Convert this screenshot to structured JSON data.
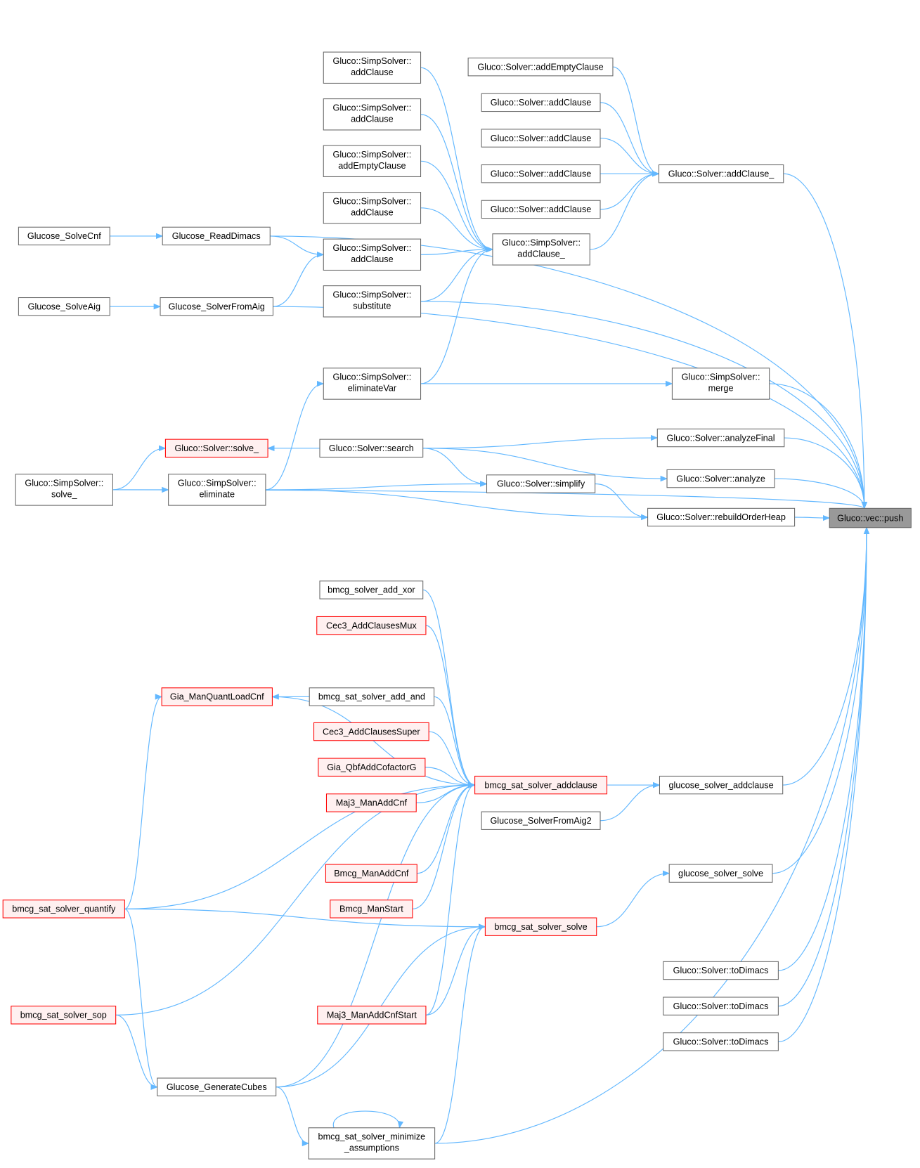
{
  "colors": {
    "edge": "#63b8ff",
    "red_border": "#ff0000",
    "red_fill": "#fff0f0",
    "target_fill": "#999999"
  },
  "nodes": [
    {
      "id": 1,
      "lines": [
        "Gluco::vec::push"
      ],
      "style": "target"
    },
    {
      "id": 2,
      "lines": [
        "Gluco::Solver::addEmptyClause"
      ]
    },
    {
      "id": 3,
      "lines": [
        "Gluco::Solver::addClause"
      ]
    },
    {
      "id": 4,
      "lines": [
        "Gluco::Solver::addClause"
      ]
    },
    {
      "id": 5,
      "lines": [
        "Gluco::Solver::addClause"
      ]
    },
    {
      "id": 6,
      "lines": [
        "Gluco::Solver::addClause"
      ]
    },
    {
      "id": 7,
      "lines": [
        "Gluco::Solver::addClause_"
      ]
    },
    {
      "id": 8,
      "lines": [
        "Gluco::SimpSolver::",
        "addClause"
      ]
    },
    {
      "id": 9,
      "lines": [
        "Gluco::SimpSolver::",
        "addClause"
      ]
    },
    {
      "id": 10,
      "lines": [
        "Gluco::SimpSolver::",
        "addEmptyClause"
      ]
    },
    {
      "id": 11,
      "lines": [
        "Gluco::SimpSolver::",
        "addClause"
      ]
    },
    {
      "id": 12,
      "lines": [
        "Gluco::SimpSolver::",
        "addClause"
      ]
    },
    {
      "id": 13,
      "lines": [
        "Gluco::SimpSolver::",
        "substitute"
      ]
    },
    {
      "id": 14,
      "lines": [
        "Gluco::SimpSolver::",
        "addClause_"
      ]
    },
    {
      "id": 15,
      "lines": [
        "Glucose_ReadDimacs"
      ]
    },
    {
      "id": 16,
      "lines": [
        "Glucose_SolveCnf"
      ]
    },
    {
      "id": 17,
      "lines": [
        "Glucose_SolverFromAig"
      ]
    },
    {
      "id": 18,
      "lines": [
        "Glucose_SolveAig"
      ]
    },
    {
      "id": 19,
      "lines": [
        "Gluco::SimpSolver::",
        "eliminateVar"
      ]
    },
    {
      "id": 20,
      "lines": [
        "Gluco::SimpSolver::",
        "merge"
      ]
    },
    {
      "id": 21,
      "lines": [
        "Gluco::Solver::solve_"
      ],
      "style": "red"
    },
    {
      "id": 22,
      "lines": [
        "Gluco::Solver::search"
      ]
    },
    {
      "id": 23,
      "lines": [
        "Gluco::SimpSolver::",
        "solve_"
      ]
    },
    {
      "id": 24,
      "lines": [
        "Gluco::SimpSolver::",
        "eliminate"
      ]
    },
    {
      "id": 25,
      "lines": [
        "Gluco::Solver::analyzeFinal"
      ]
    },
    {
      "id": 26,
      "lines": [
        "Gluco::Solver::analyze"
      ]
    },
    {
      "id": 27,
      "lines": [
        "Gluco::Solver::simplify"
      ]
    },
    {
      "id": 28,
      "lines": [
        "Gluco::Solver::rebuildOrderHeap"
      ]
    },
    {
      "id": 29,
      "lines": [
        "bmcg_solver_add_xor"
      ]
    },
    {
      "id": 30,
      "lines": [
        "Cec3_AddClausesMux"
      ],
      "style": "red"
    },
    {
      "id": 31,
      "lines": [
        "Gia_ManQuantLoadCnf"
      ],
      "style": "red"
    },
    {
      "id": 32,
      "lines": [
        "bmcg_sat_solver_add_and"
      ]
    },
    {
      "id": 33,
      "lines": [
        "Cec3_AddClausesSuper"
      ],
      "style": "red"
    },
    {
      "id": 34,
      "lines": [
        "Gia_QbfAddCofactorG"
      ],
      "style": "red"
    },
    {
      "id": 35,
      "lines": [
        "bmcg_sat_solver_addclause"
      ],
      "style": "red"
    },
    {
      "id": 36,
      "lines": [
        "glucose_solver_addclause"
      ]
    },
    {
      "id": 37,
      "lines": [
        "Maj3_ManAddCnf"
      ],
      "style": "red"
    },
    {
      "id": 38,
      "lines": [
        "Glucose_SolverFromAig2"
      ]
    },
    {
      "id": 39,
      "lines": [
        "Bmcg_ManAddCnf"
      ],
      "style": "red"
    },
    {
      "id": 40,
      "lines": [
        "glucose_solver_solve"
      ]
    },
    {
      "id": 41,
      "lines": [
        "bmcg_sat_solver_quantify"
      ],
      "style": "red"
    },
    {
      "id": 42,
      "lines": [
        "Bmcg_ManStart"
      ],
      "style": "red"
    },
    {
      "id": 43,
      "lines": [
        "bmcg_sat_solver_solve"
      ],
      "style": "red"
    },
    {
      "id": 44,
      "lines": [
        "Maj3_ManAddCnfStart"
      ],
      "style": "red"
    },
    {
      "id": 45,
      "lines": [
        "bmcg_sat_solver_sop"
      ],
      "style": "red"
    },
    {
      "id": 46,
      "lines": [
        "Glucose_GenerateCubes"
      ]
    },
    {
      "id": 47,
      "lines": [
        "bmcg_sat_solver_minimize",
        "_assumptions"
      ]
    },
    {
      "id": 48,
      "lines": [
        "Gluco::Solver::toDimacs"
      ]
    },
    {
      "id": 49,
      "lines": [
        "Gluco::Solver::toDimacs"
      ]
    },
    {
      "id": 50,
      "lines": [
        "Gluco::Solver::toDimacs"
      ]
    }
  ],
  "edges": [
    [
      2,
      7
    ],
    [
      3,
      7
    ],
    [
      4,
      7
    ],
    [
      5,
      7
    ],
    [
      6,
      7
    ],
    [
      14,
      7
    ],
    [
      7,
      1
    ],
    [
      8,
      14
    ],
    [
      9,
      14
    ],
    [
      10,
      14
    ],
    [
      11,
      14
    ],
    [
      12,
      14
    ],
    [
      13,
      14
    ],
    [
      19,
      14
    ],
    [
      15,
      1
    ],
    [
      16,
      15
    ],
    [
      15,
      12
    ],
    [
      17,
      12
    ],
    [
      18,
      17
    ],
    [
      17,
      1
    ],
    [
      13,
      1
    ],
    [
      19,
      20
    ],
    [
      20,
      1
    ],
    [
      22,
      21
    ],
    [
      23,
      21
    ],
    [
      23,
      24
    ],
    [
      24,
      19
    ],
    [
      22,
      25
    ],
    [
      22,
      26
    ],
    [
      22,
      27
    ],
    [
      24,
      27
    ],
    [
      24,
      28
    ],
    [
      27,
      28
    ],
    [
      25,
      1
    ],
    [
      26,
      1
    ],
    [
      28,
      1
    ],
    [
      23,
      1
    ],
    [
      29,
      35
    ],
    [
      30,
      35
    ],
    [
      31,
      35
    ],
    [
      32,
      35
    ],
    [
      33,
      35
    ],
    [
      34,
      35
    ],
    [
      37,
      35
    ],
    [
      39,
      35
    ],
    [
      42,
      35
    ],
    [
      41,
      35
    ],
    [
      45,
      35
    ],
    [
      46,
      35
    ],
    [
      44,
      35
    ],
    [
      32,
      31
    ],
    [
      41,
      31
    ],
    [
      35,
      36
    ],
    [
      38,
      36
    ],
    [
      36,
      1
    ],
    [
      40,
      1
    ],
    [
      43,
      40
    ],
    [
      44,
      43
    ],
    [
      47,
      43
    ],
    [
      46,
      43
    ],
    [
      41,
      43
    ],
    [
      41,
      46
    ],
    [
      45,
      46
    ],
    [
      46,
      47
    ],
    [
      47,
      47
    ],
    [
      47,
      1
    ],
    [
      48,
      1
    ],
    [
      49,
      1
    ],
    [
      50,
      1
    ]
  ]
}
